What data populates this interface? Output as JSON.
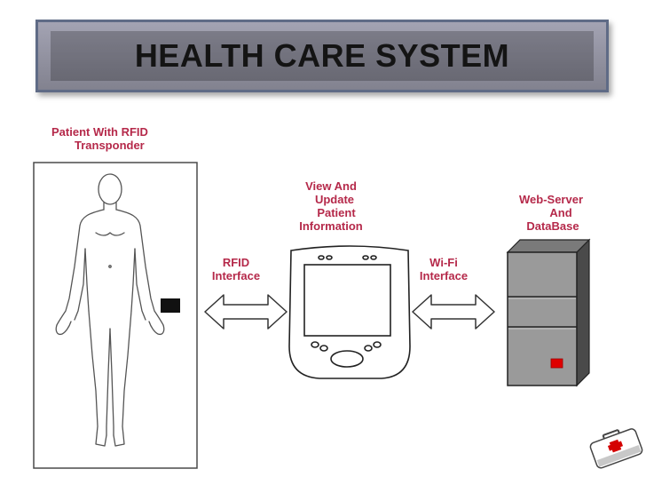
{
  "title": "HEALTH CARE SYSTEM",
  "labels": {
    "patient": [
      "Patient With RFID",
      "Transponder"
    ],
    "view_update": [
      "View And",
      "Update",
      "Patient",
      "Information"
    ],
    "rfid_interface": [
      "RFID",
      "Interface"
    ],
    "wifi_interface": [
      "Wi-Fi",
      "Interface"
    ],
    "webserver": [
      "Web-Server",
      "And",
      "DataBase"
    ]
  },
  "colors": {
    "label_text": "#b5294a",
    "server_indicator": "#e00000",
    "title_bar": "#8e8e9b"
  },
  "icons": [
    "human-body-icon",
    "rfid-tag-icon",
    "pda-device-icon",
    "server-tower-icon",
    "first-aid-kit-icon",
    "double-arrow-icon"
  ]
}
